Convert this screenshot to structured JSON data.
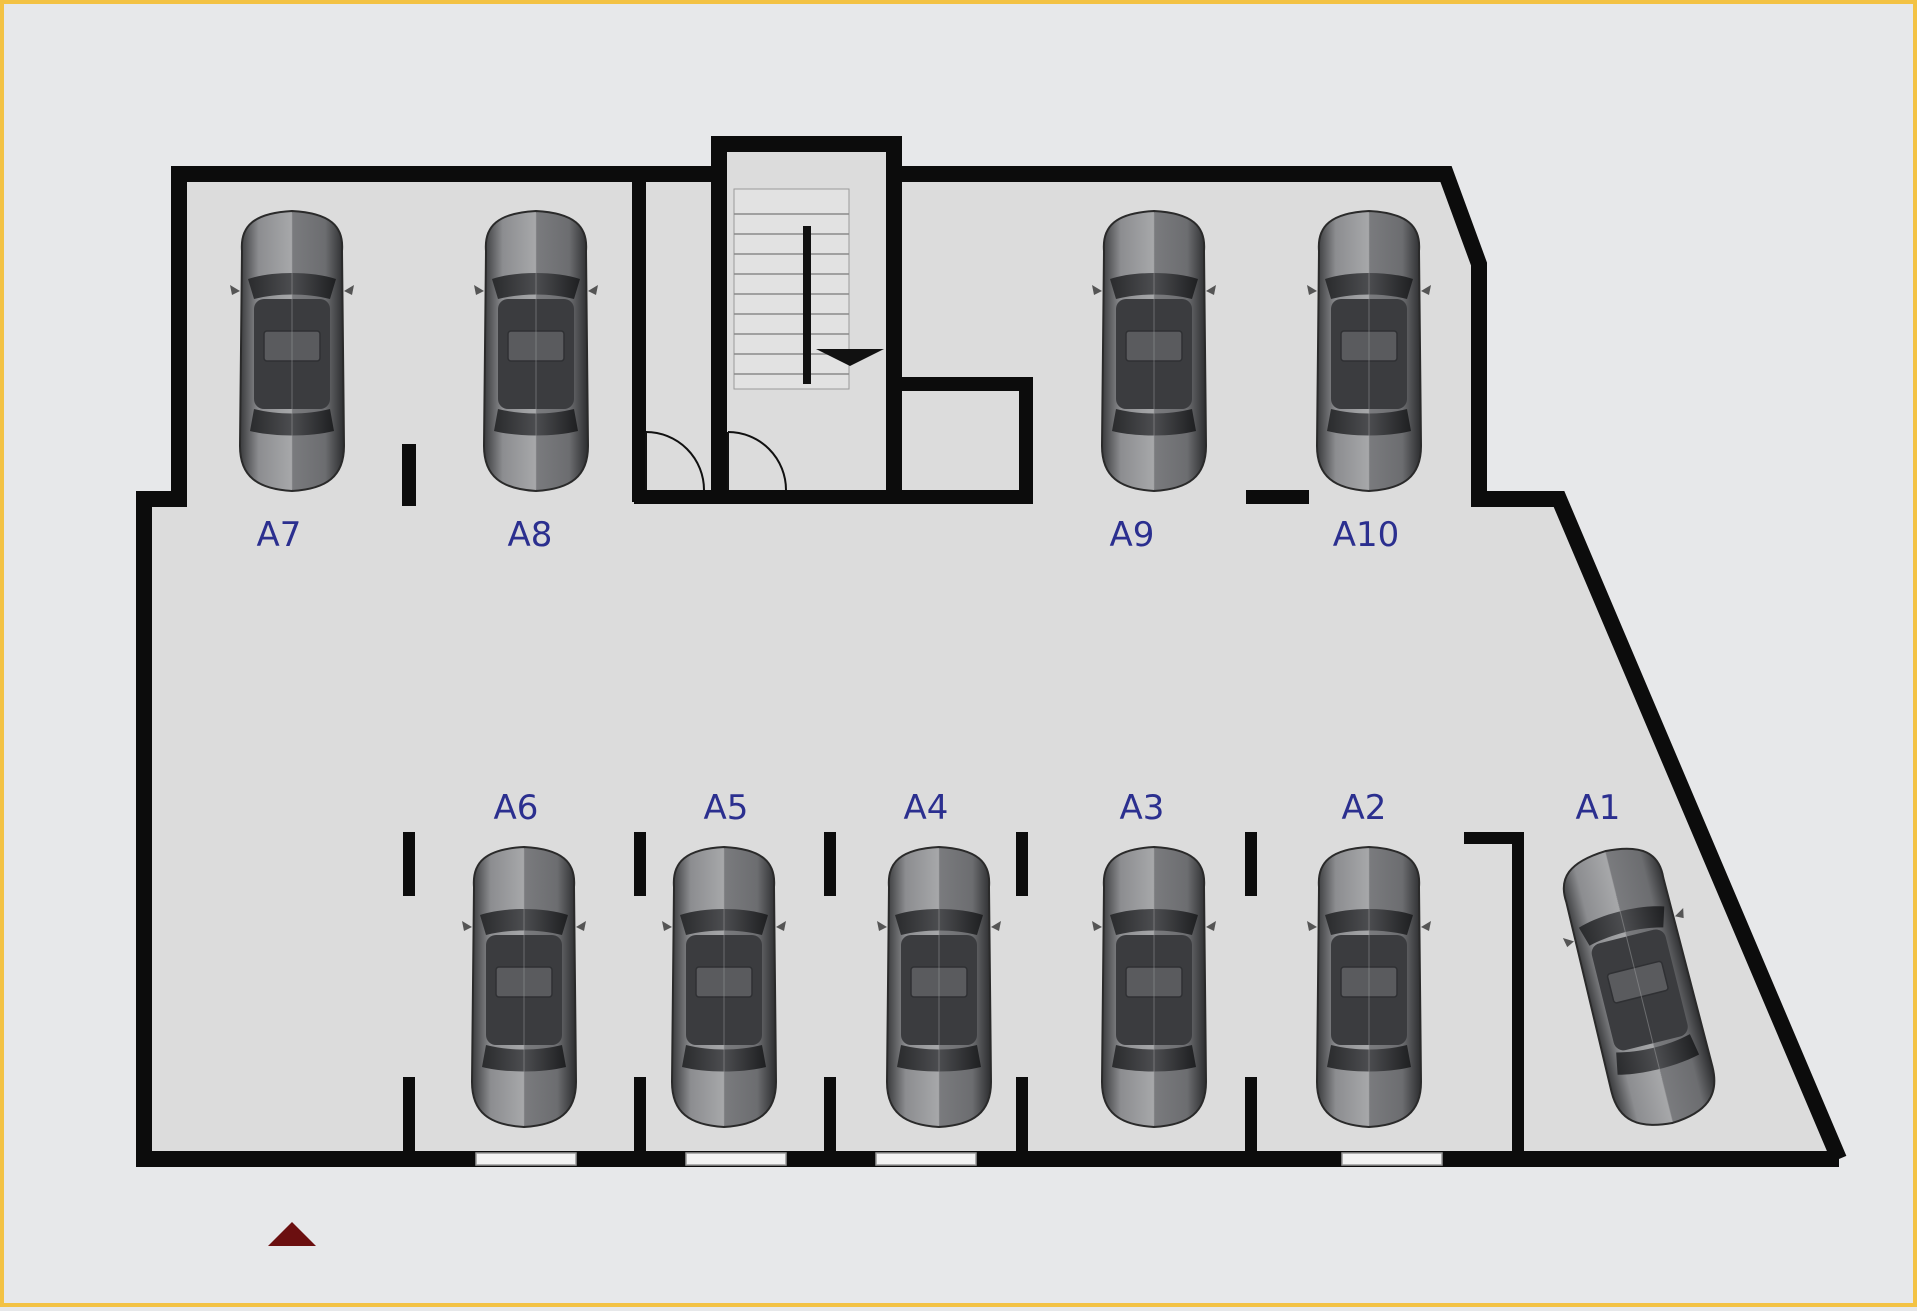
{
  "floor_plan": {
    "colors": {
      "frame": "#f3c244",
      "background": "#e7e8ea",
      "floor": "#dcdcdc",
      "wall": "#0c0c0c",
      "label": "#2b2f8f",
      "entrance_marker": "#6b0f10",
      "car_body": "#8a8b8d"
    },
    "icons": {
      "car": "car-topview-icon",
      "stairs": "staircase-icon",
      "door": "door-swing-icon",
      "entrance": "entrance-arrow-icon"
    },
    "spaces": [
      {
        "id": "A1",
        "label": "A1"
      },
      {
        "id": "A2",
        "label": "A2"
      },
      {
        "id": "A3",
        "label": "A3"
      },
      {
        "id": "A4",
        "label": "A4"
      },
      {
        "id": "A5",
        "label": "A5"
      },
      {
        "id": "A6",
        "label": "A6"
      },
      {
        "id": "A7",
        "label": "A7"
      },
      {
        "id": "A8",
        "label": "A8"
      },
      {
        "id": "A9",
        "label": "A9"
      },
      {
        "id": "A10",
        "label": "A10"
      }
    ]
  }
}
